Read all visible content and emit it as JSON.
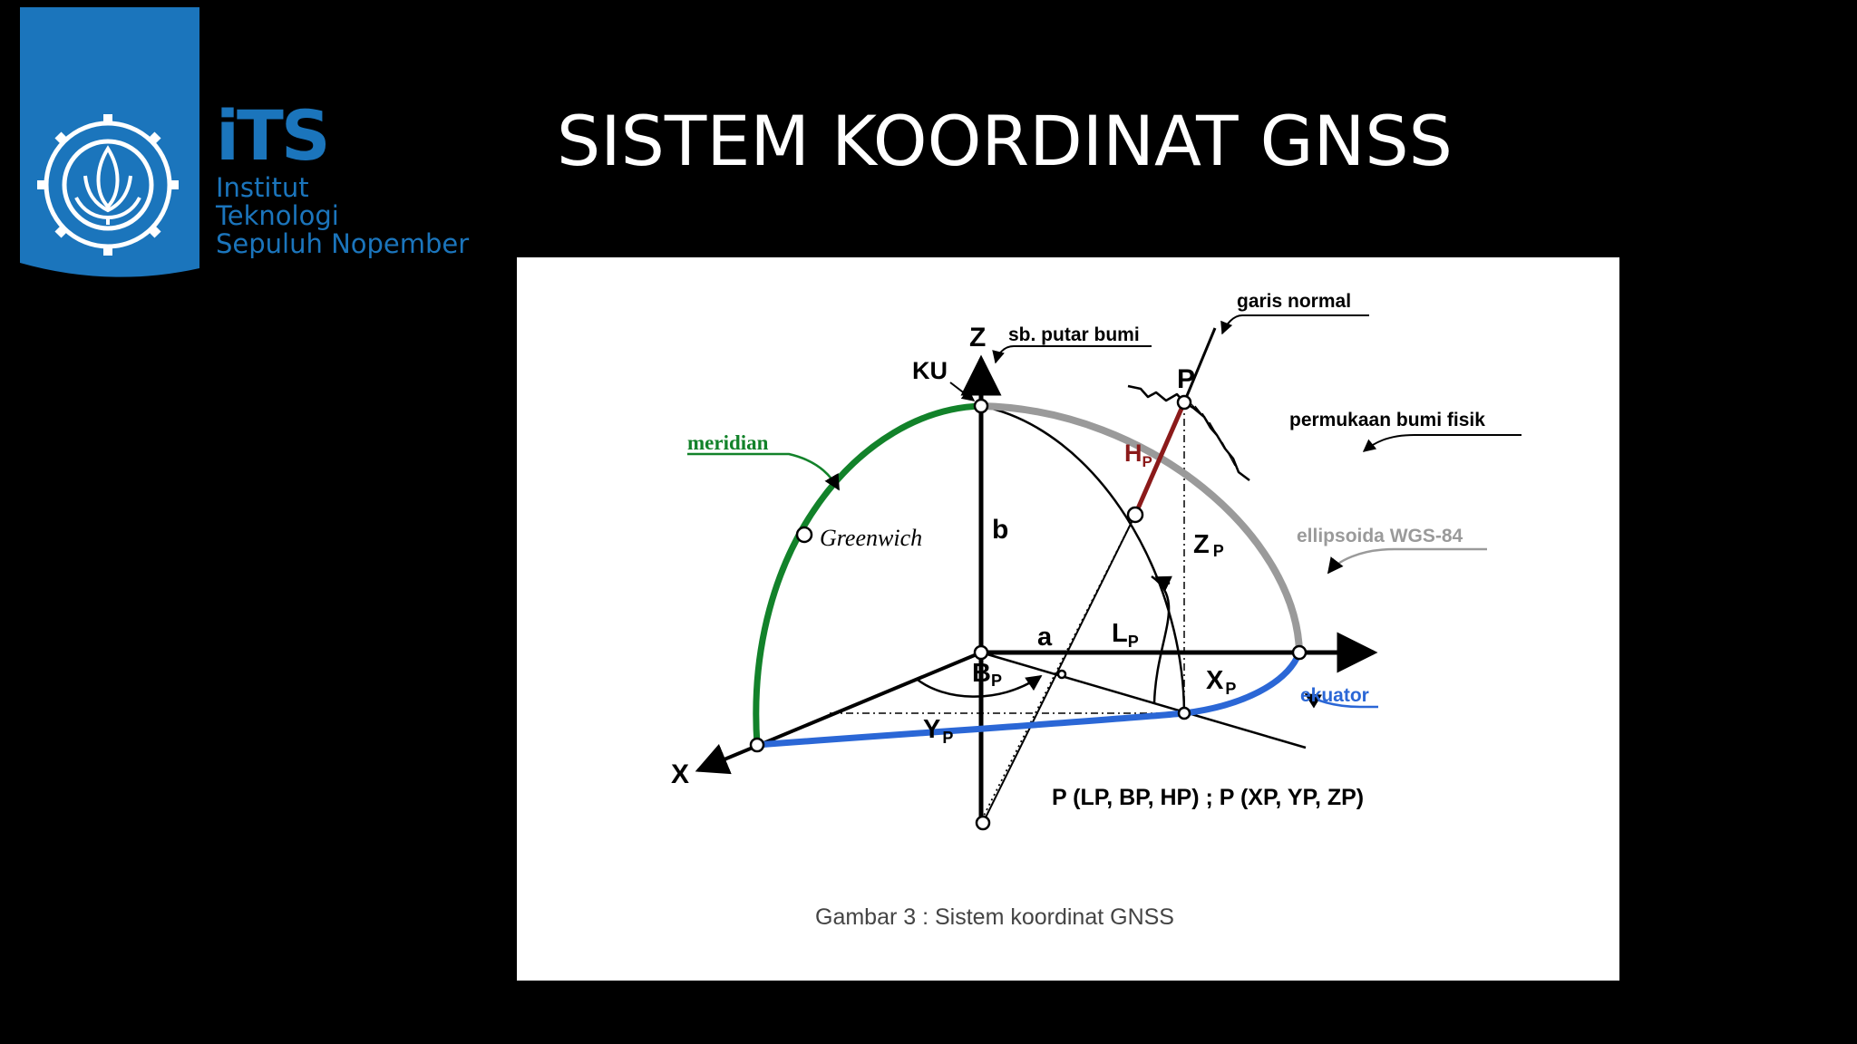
{
  "slide": {
    "title": "SISTEM KOORDINAT GNSS"
  },
  "logo": {
    "brand": "iTS",
    "line1": "Institut",
    "line2": "Teknologi",
    "line3": "Sepuluh Nopember",
    "color": "#1b75bc"
  },
  "figure": {
    "caption": "Gambar 3 : Sistem koordinat GNSS",
    "labels": {
      "z_axis": "Z",
      "x_axis": "X",
      "ku": "KU",
      "rotation_axis": "sb. putar bumi",
      "normal_line": "garis normal",
      "point": "P",
      "surface": "permukaan bumi fisik",
      "meridian": "meridian",
      "greenwich": "Greenwich",
      "b_axis": "b",
      "a_axis": "a",
      "ellipsoid": "ellipsoida WGS-84",
      "equator": "ekuator",
      "hp_main": "H",
      "hp_sub": "P",
      "zp_main": "Z",
      "zp_sub": "P",
      "lp_main": "L",
      "lp_sub": "P",
      "bp_main": "B",
      "bp_sub": "P",
      "xp_main": "X",
      "xp_sub": "P",
      "yp_main": "Y",
      "yp_sub": "P",
      "formula": "P (LP, BP, HP) ;  P (XP, YP, ZP)"
    },
    "colors": {
      "meridian": "#12822a",
      "equator": "#2b67d6",
      "ellipsoid": "#9a9a9a",
      "height": "#8b1a1a",
      "ink": "#000000"
    }
  }
}
